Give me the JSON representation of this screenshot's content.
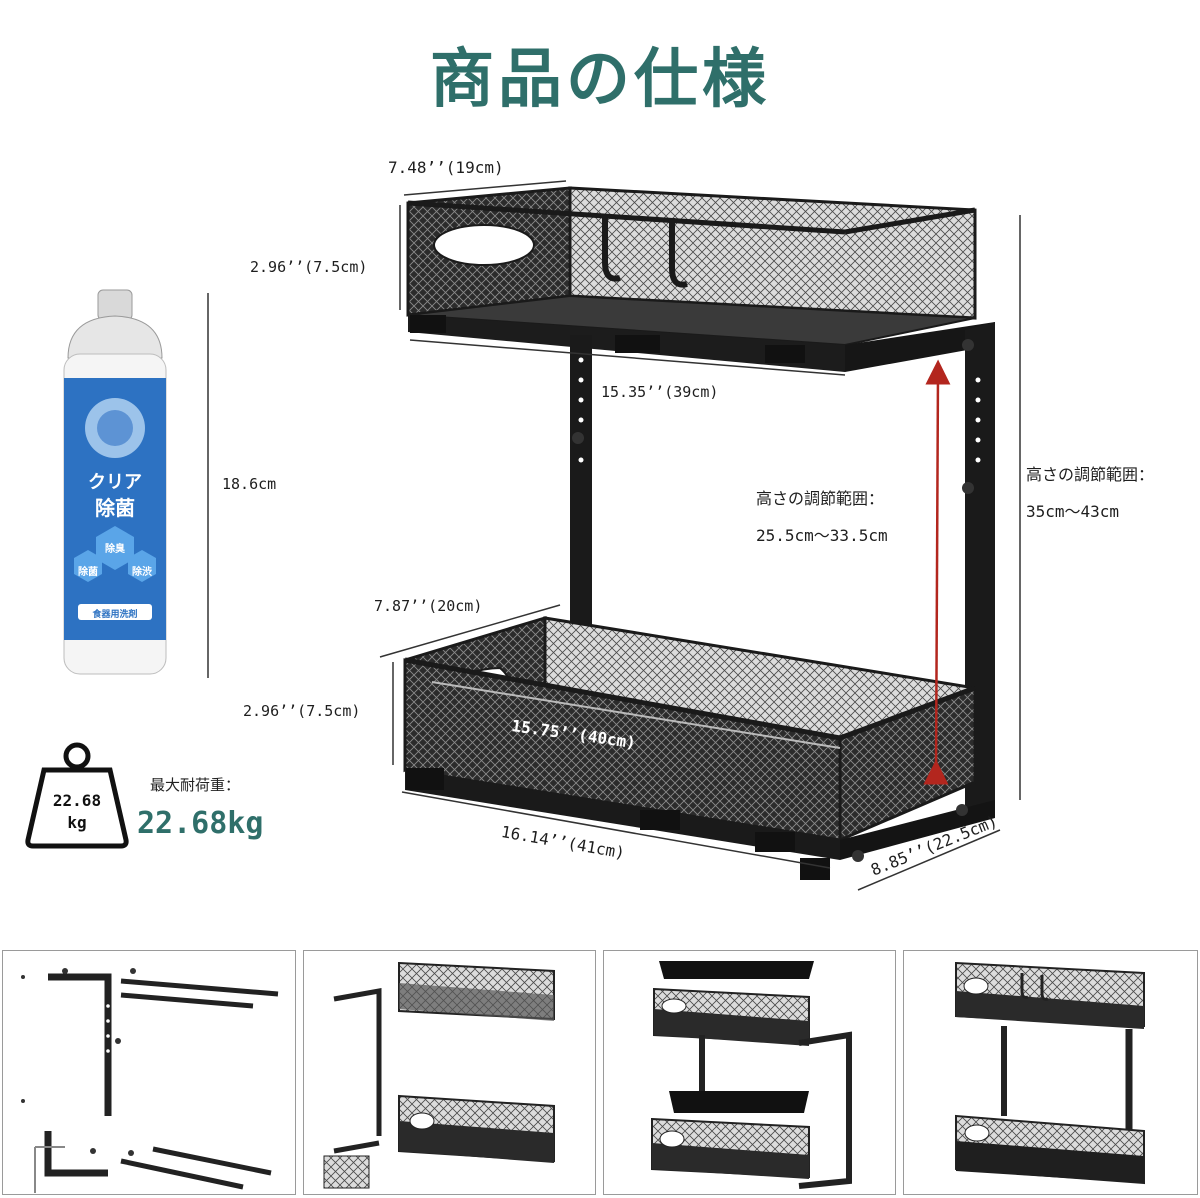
{
  "title": "商品の仕様",
  "dims": {
    "top_depth": "7.48’’(19cm)",
    "top_height": "2.96’’(7.5cm)",
    "top_width": "15.35’’(39cm)",
    "bottle_height": "18.6cm",
    "inner_range_label": "高さの調節範囲：",
    "inner_range_value": "25.5cm～33.5cm",
    "outer_range_label": "高さの調節範囲：",
    "outer_range_value": "35cm～43cm",
    "bottom_depth": "7.87’’(20cm)",
    "bottom_height": "2.96’’(7.5cm)",
    "bottom_width": "15.75’’(40cm)",
    "total_width": "16.14’’(41cm)",
    "total_depth": "8.85’’(22.5cm)"
  },
  "load": {
    "label": "最大耐荷重：",
    "value": "22.68kg",
    "weight_number": "22.68",
    "weight_unit": "kg"
  },
  "bottle": {
    "line1": "クリア",
    "line2": "除菌",
    "tag1": "除臭",
    "tag2": "除菌",
    "tag3": "除渋",
    "label": "食器用洗剤"
  },
  "colors": {
    "accent": "#2f6f6a",
    "frame": "#1a1a1a",
    "arrow": "#b3261e"
  },
  "icons": [
    "weight-icon",
    "dish-soap-bottle",
    "rack-diagram"
  ]
}
